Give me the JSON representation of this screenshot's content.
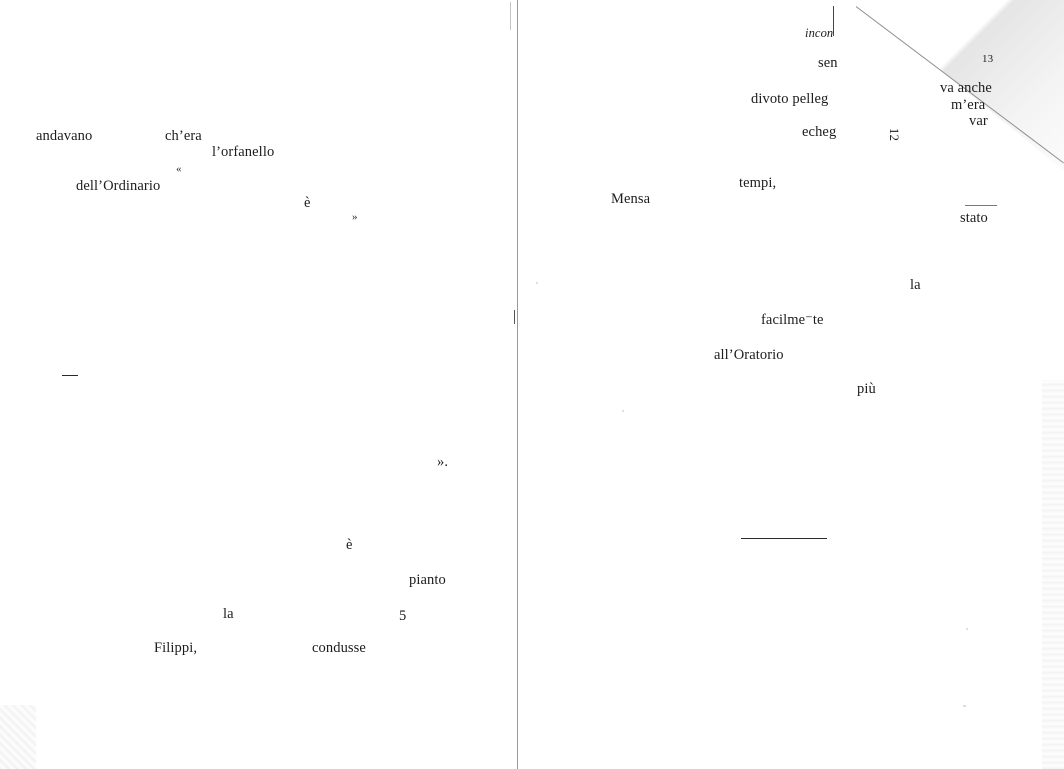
{
  "left_page": {
    "andavano": "andavano",
    "chera": "ch’era",
    "orfanello": "l’orfanello",
    "open_quote": "«",
    "ordinario": "dell’Ordinario",
    "e_grave_1": "è",
    "close_quote_1": "»",
    "dash": "—",
    "close_quote_2": "».",
    "e_grave_2": "è",
    "pianto": "pianto",
    "la": "la",
    "five": "5",
    "filippi": "Filippi,",
    "condusse": "condusse"
  },
  "right_page": {
    "incon": "incon",
    "sen": "sen",
    "page_13": "13",
    "va_anche": "va anche",
    "divoto_pelleg": "divoto  pelleg",
    "m_era": "m’era",
    "var": "var",
    "echeg": "echeg",
    "page_12_rot": "12",
    "tempi": "tempi,",
    "mensa": "Mensa",
    "stato": "stato",
    "la": "la",
    "facilmente": "facilme⁻te",
    "oratorio": "all’Oratorio",
    "piu": "più"
  }
}
